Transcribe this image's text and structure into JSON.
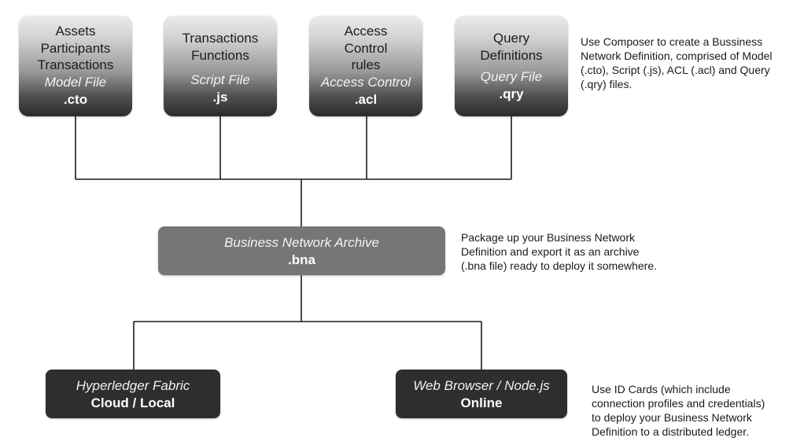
{
  "top_boxes": [
    {
      "title": "Assets\nParticipants\nTransactions",
      "kind": "Model File",
      "ext": ".cto"
    },
    {
      "title": "Transactions\nFunctions",
      "kind": "Script File",
      "ext": ".js"
    },
    {
      "title": "Access\nControl\nrules",
      "kind": "Access Control",
      "ext": ".acl"
    },
    {
      "title": "Query\nDefinitions",
      "kind": "Query File",
      "ext": ".qry"
    }
  ],
  "archive": {
    "kind": "Business Network Archive",
    "ext": ".bna"
  },
  "targets": [
    {
      "kind": "Hyperledger Fabric",
      "ext": "Cloud / Local"
    },
    {
      "kind": "Web Browser / Node.js",
      "ext": "Online"
    }
  ],
  "notes": {
    "composer": "Use Composer to create a Bussiness\nNetwork Definition, comprised of Model\n(.cto), Script (.js), ACL (.acl) and Query\n(.qry) files.",
    "package": "Package up your Business Network\nDefinition and export it as an archive\n(.bna file) ready to deploy it somewhere.",
    "idcards": "Use ID Cards (which include\nconnection profiles and credentials)\nto deploy your Business Network\nDefinition to a distributed ledger."
  },
  "colors": {
    "line": "#1a1a1a",
    "archive_fill": "#767676",
    "target_fill": "#2e2e2e"
  }
}
